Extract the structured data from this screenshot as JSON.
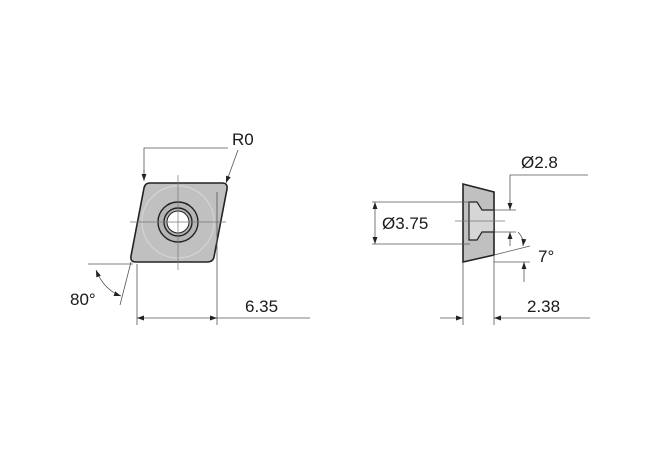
{
  "drawing": {
    "front_view": {
      "corner_radius_label": "R0",
      "inscribed_circle_label": "6.35",
      "angle_label": "80°"
    },
    "side_view": {
      "hole_small_diameter_label": "Ø2.8",
      "hole_large_diameter_label": "Ø3.75",
      "clearance_angle_label": "7°",
      "thickness_label": "2.38"
    },
    "colors": {
      "insert_fill": "#c0c0c0",
      "inner_ring_fill": "#b4b4b4",
      "outline": "#222222",
      "dimension_line": "#555555",
      "background": "#ffffff"
    }
  }
}
